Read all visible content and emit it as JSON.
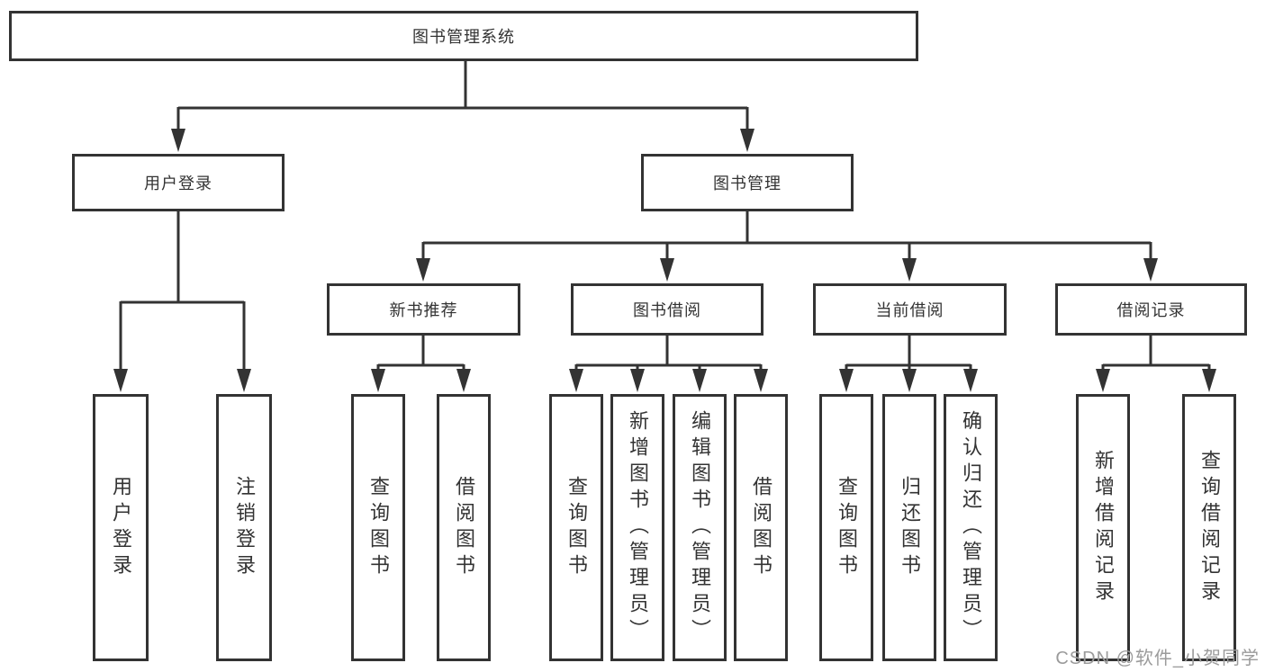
{
  "tree": {
    "label": "图书管理系统",
    "children": [
      {
        "label": "用户登录",
        "children": [
          {
            "label": "用户登录"
          },
          {
            "label": "注销登录"
          }
        ]
      },
      {
        "label": "图书管理",
        "children": [
          {
            "label": "新书推荐",
            "children": [
              {
                "label": "查询图书"
              },
              {
                "label": "借阅图书"
              }
            ]
          },
          {
            "label": "图书借阅",
            "children": [
              {
                "label": "查询图书"
              },
              {
                "label": "新增图书（管理员）"
              },
              {
                "label": "编辑图书（管理员）"
              },
              {
                "label": "借阅图书"
              }
            ]
          },
          {
            "label": "当前借阅",
            "children": [
              {
                "label": "查询图书"
              },
              {
                "label": "归还图书"
              },
              {
                "label": "确认归还（管理员）"
              }
            ]
          },
          {
            "label": "借阅记录",
            "children": [
              {
                "label": "新增借阅记录"
              },
              {
                "label": "查询借阅记录"
              }
            ]
          }
        ]
      }
    ]
  },
  "watermark": {
    "text": "CSDN @软件_小贺同学"
  },
  "colors": {
    "line": "#333333",
    "box_background": "#ffffff",
    "text": "#333333",
    "watermark": "#9b9b9b"
  }
}
